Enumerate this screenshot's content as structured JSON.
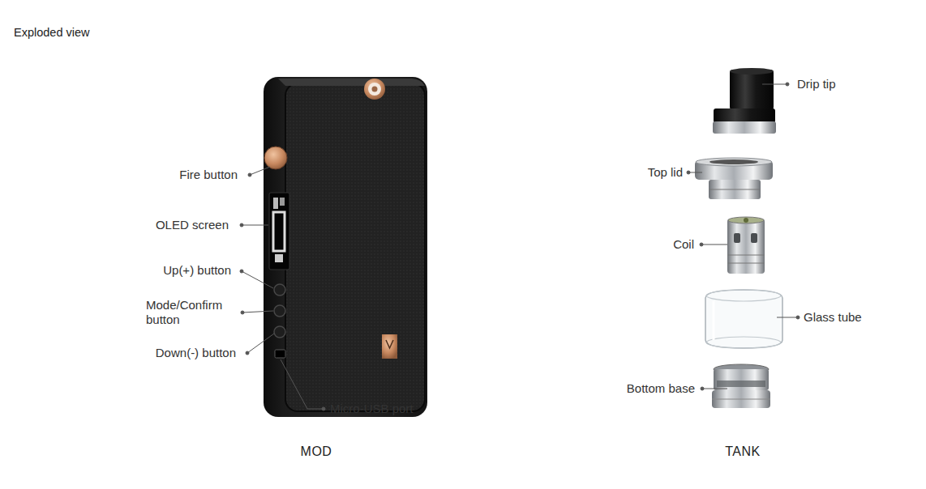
{
  "diagram": {
    "title": "Exploded view",
    "labels": [
      "Fire button",
      "OLED screen",
      "Up(+) button",
      "Mode/Confirm button",
      "Down(-) button",
      "Micro-USB port",
      "MOD",
      "TANK",
      "Drip tip",
      "Top lid",
      "Coil",
      "Glass tube",
      "Bottom base"
    ]
  }
}
